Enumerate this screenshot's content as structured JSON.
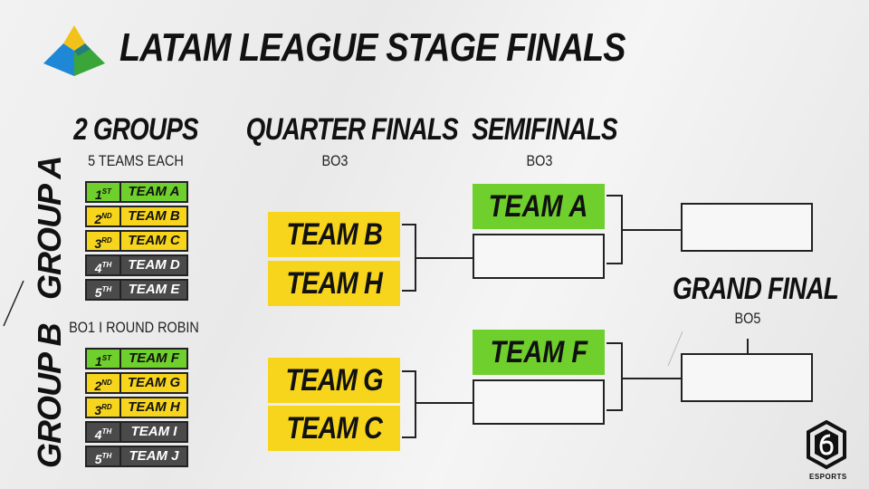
{
  "header": {
    "title": "LATAM LEAGUE STAGE FINALS"
  },
  "groups_col": {
    "title": "2 GROUPS",
    "subtitle": "5 TEAMS EACH",
    "format": "BO1 I ROUND ROBIN"
  },
  "group_a": {
    "label": "GROUP A",
    "rows": [
      {
        "rank": "1",
        "suffix": "ST",
        "team": "TEAM A",
        "color": "green"
      },
      {
        "rank": "2",
        "suffix": "ND",
        "team": "TEAM B",
        "color": "yellow"
      },
      {
        "rank": "3",
        "suffix": "RD",
        "team": "TEAM C",
        "color": "yellow"
      },
      {
        "rank": "4",
        "suffix": "TH",
        "team": "TEAM D",
        "color": "dark"
      },
      {
        "rank": "5",
        "suffix": "TH",
        "team": "TEAM E",
        "color": "dark"
      }
    ]
  },
  "group_b": {
    "label": "GROUP B",
    "rows": [
      {
        "rank": "1",
        "suffix": "ST",
        "team": "TEAM F",
        "color": "green"
      },
      {
        "rank": "2",
        "suffix": "ND",
        "team": "TEAM G",
        "color": "yellow"
      },
      {
        "rank": "3",
        "suffix": "RD",
        "team": "TEAM H",
        "color": "yellow"
      },
      {
        "rank": "4",
        "suffix": "TH",
        "team": "TEAM I",
        "color": "dark"
      },
      {
        "rank": "5",
        "suffix": "TH",
        "team": "TEAM J",
        "color": "dark"
      }
    ]
  },
  "quarterfinals": {
    "title": "QUARTER FINALS",
    "format": "BO3",
    "match1": [
      "TEAM B",
      "TEAM H"
    ],
    "match2": [
      "TEAM G",
      "TEAM C"
    ]
  },
  "semifinals": {
    "title": "SEMIFINALS",
    "format": "BO3",
    "match1_seed": "TEAM A",
    "match2_seed": "TEAM F"
  },
  "grand_final": {
    "title": "GRAND FINAL",
    "format": "BO5"
  },
  "branding": {
    "esports_label": "ESPORTS"
  },
  "colors": {
    "green": "#6fcf2c",
    "yellow": "#f7d51d",
    "dark": "#4a4a4a",
    "logo_blue": "#1e88d6",
    "logo_green": "#3aa63a",
    "logo_yellow": "#f2c21b"
  }
}
